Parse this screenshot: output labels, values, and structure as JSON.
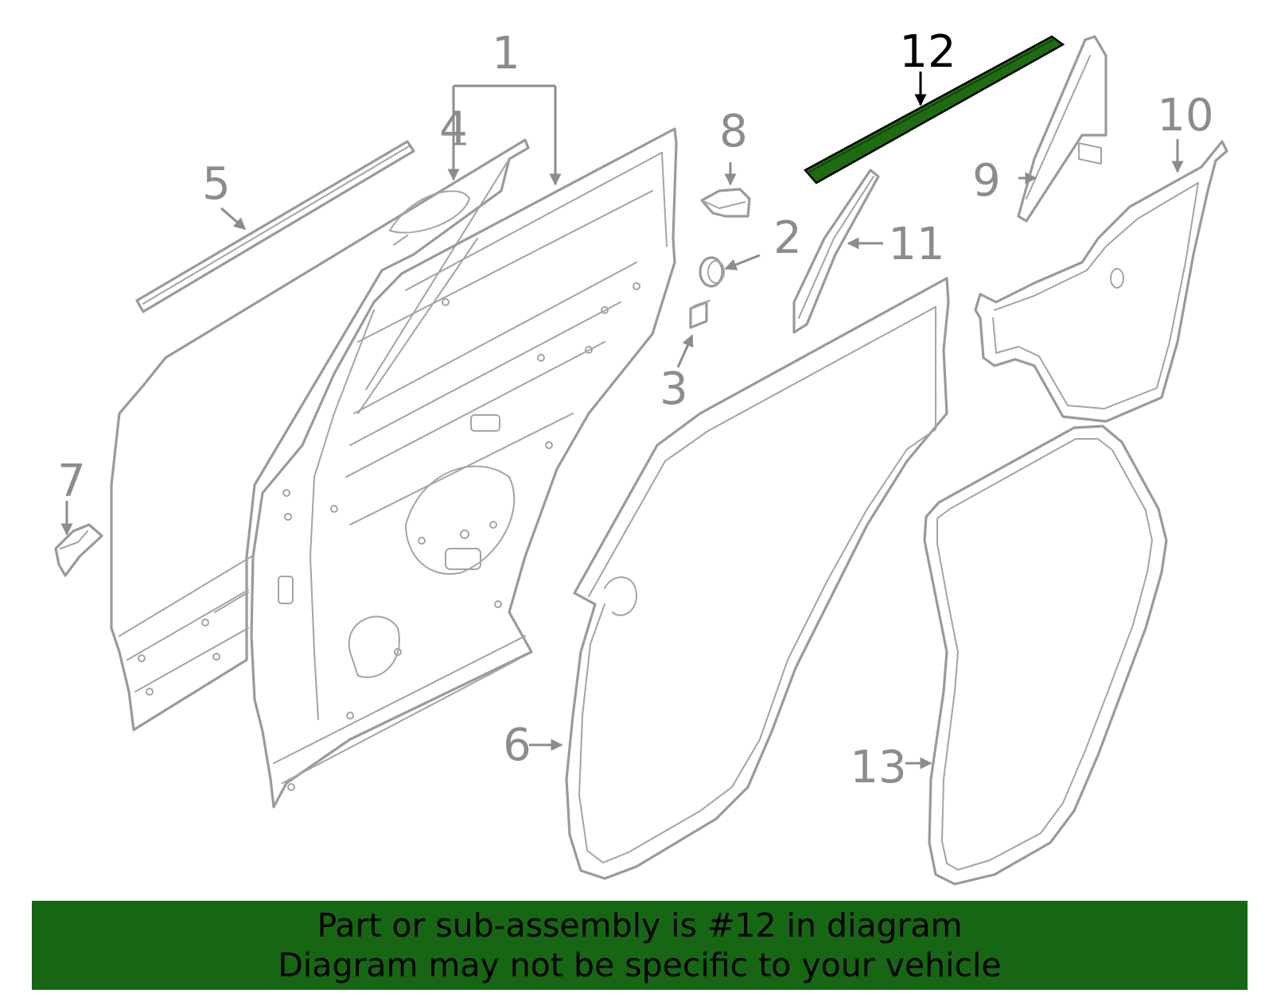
{
  "callouts": {
    "c1": "1",
    "c2": "2",
    "c3": "3",
    "c4": "4",
    "c5": "5",
    "c6": "6",
    "c7": "7",
    "c8": "8",
    "c9": "9",
    "c10": "10",
    "c11": "11",
    "c12": "12",
    "c13": "13"
  },
  "highlight": {
    "part": "12",
    "color": "#1f6b12"
  },
  "banner": {
    "line1": "Part or sub-assembly is #12 in diagram",
    "line2": "Diagram may not be specific to your vehicle",
    "background": "#176614"
  }
}
